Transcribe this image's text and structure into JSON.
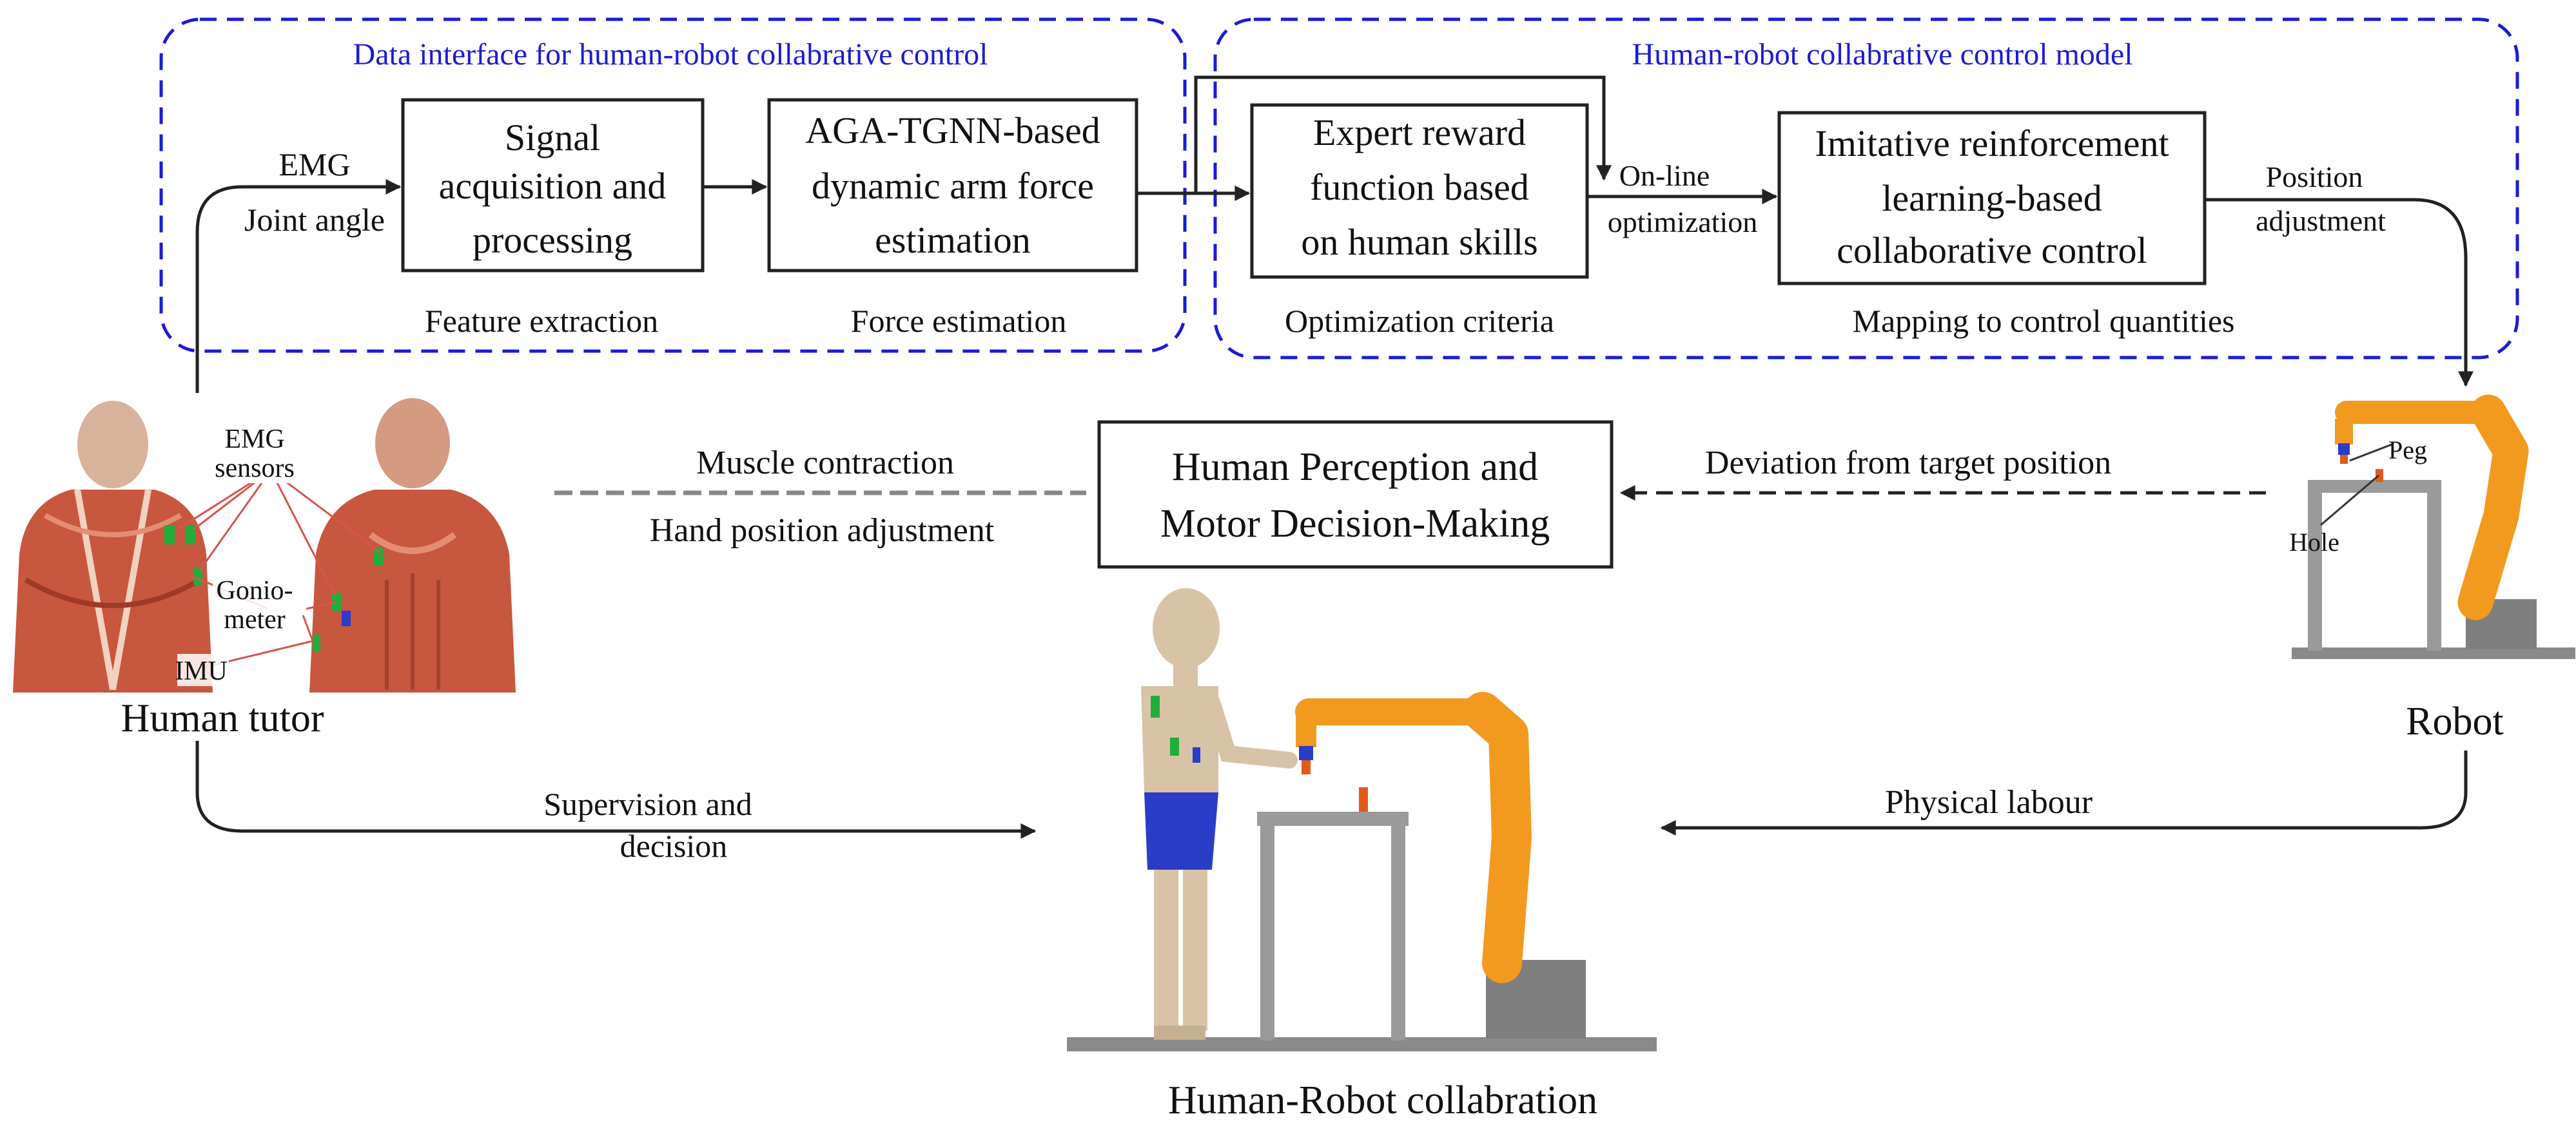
{
  "colors": {
    "frame_blue": "#1b1bd6",
    "line": "#222222",
    "robot_orange": "#f29a1f",
    "robot_grey": "#8a8a8a",
    "skin": "#d9c3a6",
    "shorts_blue": "#2a3dc8",
    "muscle": "#c8573f",
    "sensor_green": "#1fae3a"
  },
  "interface": {
    "title": "Data interface for human-robot collabrative control",
    "box1": [
      "Signal",
      "acquisition and",
      "processing"
    ],
    "box2": [
      "AGA-TGNN-based",
      "dynamic arm force",
      "estimation"
    ],
    "caption1": "Feature extraction",
    "caption2": "Force estimation"
  },
  "model": {
    "title": "Human-robot collabrative control model",
    "box3": [
      "Expert reward",
      "function based",
      "on human skills"
    ],
    "box4": [
      "Imitative reinforcement",
      "learning-based",
      "collaborative control"
    ],
    "caption3": "Optimization criteria",
    "caption4": "Mapping to control quantities"
  },
  "inputs": {
    "emg": "EMG",
    "joint_angle": "Joint angle"
  },
  "online": [
    "On-line",
    "optimization"
  ],
  "position_adjust": [
    "Position",
    "adjustment"
  ],
  "perception_box": [
    "Human Perception and",
    "Motor Decision-Making"
  ],
  "muscle_contraction": "Muscle contraction",
  "hand_position": "Hand position adjustment",
  "deviation": "Deviation from target position",
  "human_tutor": "Human tutor",
  "robot": "Robot",
  "sensor_labels": {
    "emg": [
      "EMG",
      "sensors"
    ],
    "gonio": [
      "Gonio-",
      "meter"
    ],
    "imu": "IMU"
  },
  "peg": "Peg",
  "hole": "Hole",
  "supervision": [
    "Supervision and",
    "decision"
  ],
  "physical_labour": "Physical labour",
  "collaboration": "Human-Robot collabration"
}
